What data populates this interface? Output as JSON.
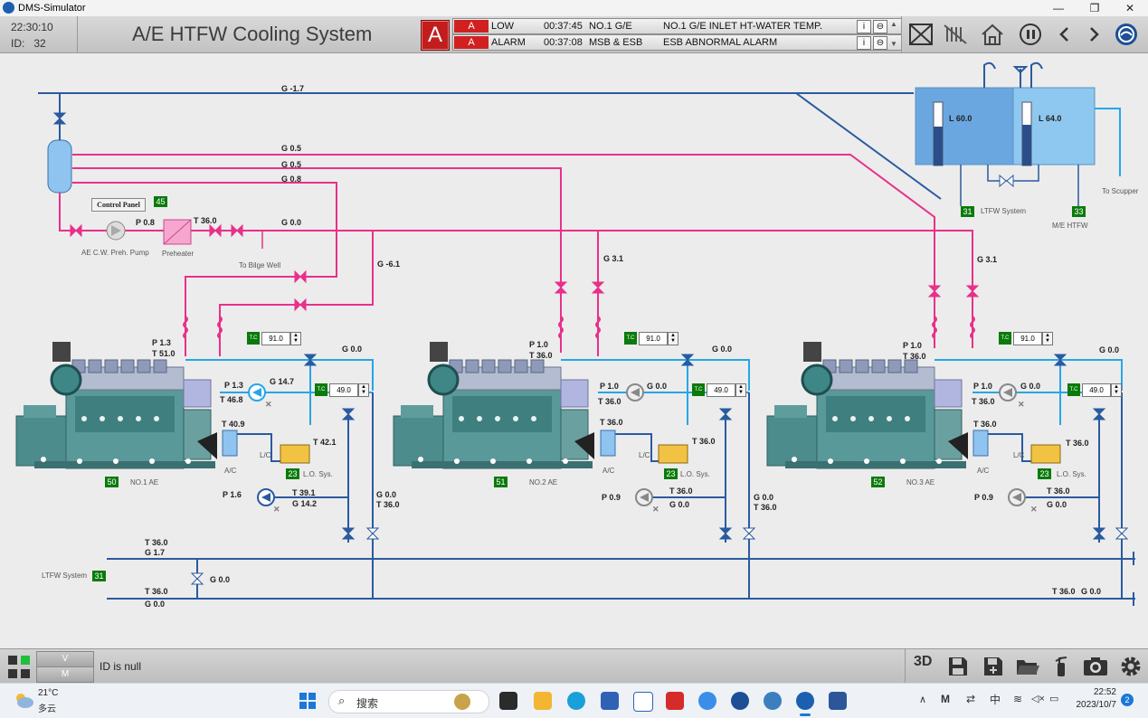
{
  "window": {
    "app_title": "DMS-Simulator"
  },
  "header": {
    "time": "22:30:10",
    "id_label": "ID:",
    "id_value": "32",
    "system_title": "A/E HTFW Cooling System",
    "alarm_icon_letter": "A",
    "alarms": [
      {
        "flag": "A",
        "level": "LOW",
        "time": "00:37:45",
        "source": "NO.1 G/E",
        "message": "NO.1 G/E INLET HT-WATER TEMP."
      },
      {
        "flag": "A",
        "level": "ALARM",
        "time": "00:37:08",
        "source": "MSB & ESB",
        "message": "ESB ABNORMAL ALARM"
      }
    ],
    "alarm_info_btn": "i"
  },
  "diagram": {
    "top_flow": "G -1.7",
    "pink_lines": [
      "G 0.5",
      "G 0.5",
      "G 0.8"
    ],
    "preheat_line": "G 0.0",
    "control_panel": "Control Panel",
    "control_panel_id": "45",
    "preheat_pump_pressure": "P 0.8",
    "preheat_pump_label": "AE C.W. Preh. Pump",
    "preheater_temp": "T 36.0",
    "preheater_label": "Preheater",
    "bilge_label": "To Bilge Well",
    "return_flow_1": "G -6.1",
    "tank": {
      "level_left": "L 60.0",
      "level_right": "L 64.0",
      "ltfw_label": "LTFW System",
      "ltfw_id": "31",
      "me_label": "M/E HTFW",
      "me_id": "33",
      "scupper_label": "To Scupper"
    },
    "engines": [
      {
        "name": "NO.1 AE",
        "id": "50",
        "jacket_p": "P 1.3",
        "jacket_t": "T 51.0",
        "tc_value": "91.0",
        "out_flow": "G 0.0",
        "pump_p": "P 1.3",
        "pump_t": "T 46.8",
        "pump_g": "G 14.7",
        "tc2_value": "49.0",
        "ac_t": "T 40.9",
        "lc_t": "T 42.1",
        "ac_label": "A/C",
        "lc_label": "L/C",
        "lo_id": "23",
        "lo_label": "L.O. Sys.",
        "aux_p": "P 1.6",
        "aux_t": "T 39.1",
        "aux_g": "G 14.2",
        "side_g": "G 0.0",
        "side_t": "T 36.0",
        "up_flow": ""
      },
      {
        "name": "NO.2 AE",
        "id": "51",
        "jacket_p": "P 1.0",
        "jacket_t": "T 36.0",
        "tc_value": "91.0",
        "out_flow": "G 0.0",
        "pump_p": "P 1.0",
        "pump_t": "T 36.0",
        "pump_g": "G 0.0",
        "tc2_value": "49.0",
        "ac_t": "T 36.0",
        "lc_t": "T 36.0",
        "ac_label": "A/C",
        "lc_label": "L/C",
        "lo_id": "23",
        "lo_label": "L.O. Sys.",
        "aux_p": "P 0.9",
        "aux_t": "T 36.0",
        "aux_g": "G 0.0",
        "side_g": "G 0.0",
        "side_t": "T 36.0",
        "up_flow": "G 3.1"
      },
      {
        "name": "NO.3 AE",
        "id": "52",
        "jacket_p": "P 1.0",
        "jacket_t": "T 36.0",
        "tc_value": "91.0",
        "out_flow": "G 0.0",
        "pump_p": "P 1.0",
        "pump_t": "T 36.0",
        "pump_g": "G 0.0",
        "tc2_value": "49.0",
        "ac_t": "T 36.0",
        "lc_t": "T 36.0",
        "ac_label": "A/C",
        "lc_label": "L/C",
        "lo_id": "23",
        "lo_label": "L.O. Sys.",
        "aux_p": "P 0.9",
        "aux_t": "T 36.0",
        "aux_g": "G 0.0",
        "side_g": "",
        "side_t": "",
        "up_flow": "G 3.1"
      }
    ],
    "tc_tag": "T.C",
    "bottom": {
      "line1_t": "T 36.0",
      "line1_g": "G 1.7",
      "ltfw_label": "LTFW System",
      "ltfw_id": "31",
      "bypass_g": "G 0.0",
      "line2_t": "T 36.0",
      "line2_g": "G 0.0",
      "right_t": "T 36.0",
      "right_g": "G 0.0"
    }
  },
  "statusbar": {
    "message": "ID is null",
    "v_label": "V",
    "m_label": "M"
  },
  "taskbar": {
    "weather_temp": "21°C",
    "weather_desc": "多云",
    "search_placeholder": "搜索",
    "clock_time": "22:52",
    "clock_date": "2023/10/7",
    "notification_count": "2",
    "ime": "中"
  },
  "colors": {
    "htfw_pink": "#e8318a",
    "ltfw_blue": "#2a5aa0",
    "cyan_pipe": "#26a6e8",
    "tag_green": "#0a7a0a",
    "alarm_red": "#c21d1d"
  }
}
